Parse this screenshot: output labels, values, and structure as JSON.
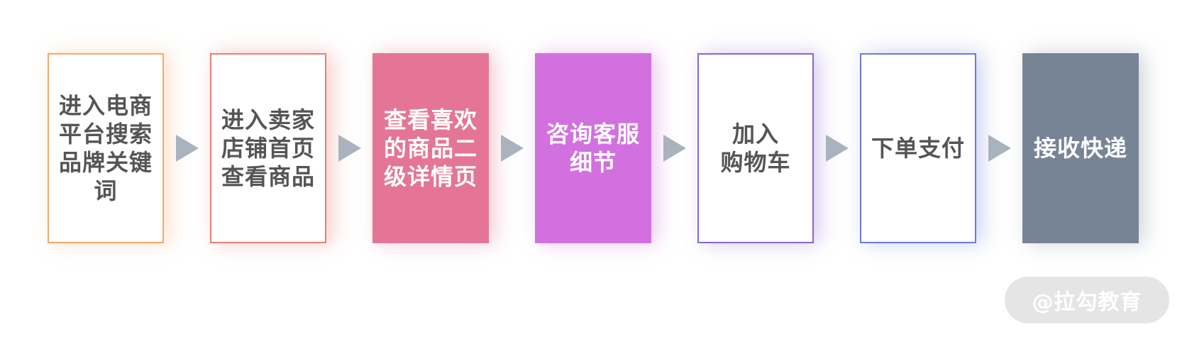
{
  "flow": {
    "steps": [
      {
        "label": "进入电商\n平台搜索\n品牌关键\n词",
        "style": "outlined",
        "color": "#f4a96a"
      },
      {
        "label": "进入卖家\n店铺首页\n查看商品",
        "style": "outlined",
        "color": "#e98072"
      },
      {
        "label": "查看喜欢\n的商品二\n级详情页",
        "style": "filled",
        "color": "#e47596"
      },
      {
        "label": "咨询客服\n细节",
        "style": "filled",
        "color": "#d270df"
      },
      {
        "label": "加入\n购物车",
        "style": "outlined",
        "color": "#8a66cf"
      },
      {
        "label": "下单支付",
        "style": "outlined",
        "color": "#6b7bd9"
      },
      {
        "label": "接收快递",
        "style": "filled",
        "color": "#778496"
      }
    ],
    "arrow_icon": "arrow-right-icon",
    "arrow_color": "#a9b3be"
  },
  "watermark": {
    "text": "@拉勾教育"
  }
}
